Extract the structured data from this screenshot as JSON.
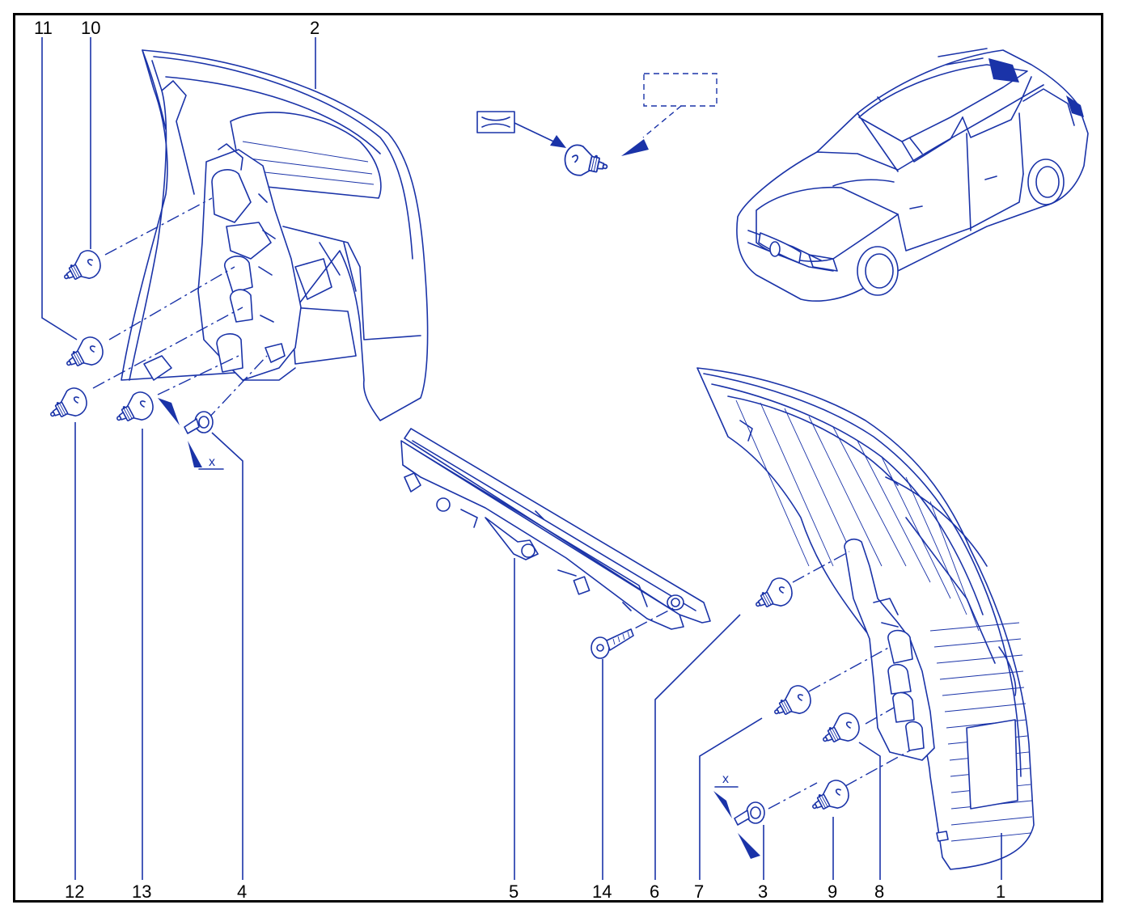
{
  "callouts": [
    "1",
    "2",
    "3",
    "4",
    "5",
    "6",
    "7",
    "8",
    "9",
    "10",
    "11",
    "12",
    "13",
    "14"
  ],
  "section_marks": [
    "x",
    "x"
  ],
  "colors": {
    "line": "#1a33a8",
    "label": "#000000",
    "frame": "#000000"
  },
  "icons": [
    "bulb-icon",
    "lamp-connector-symbol-icon",
    "arrow-icon",
    "vehicle-estate-car-icon"
  ]
}
